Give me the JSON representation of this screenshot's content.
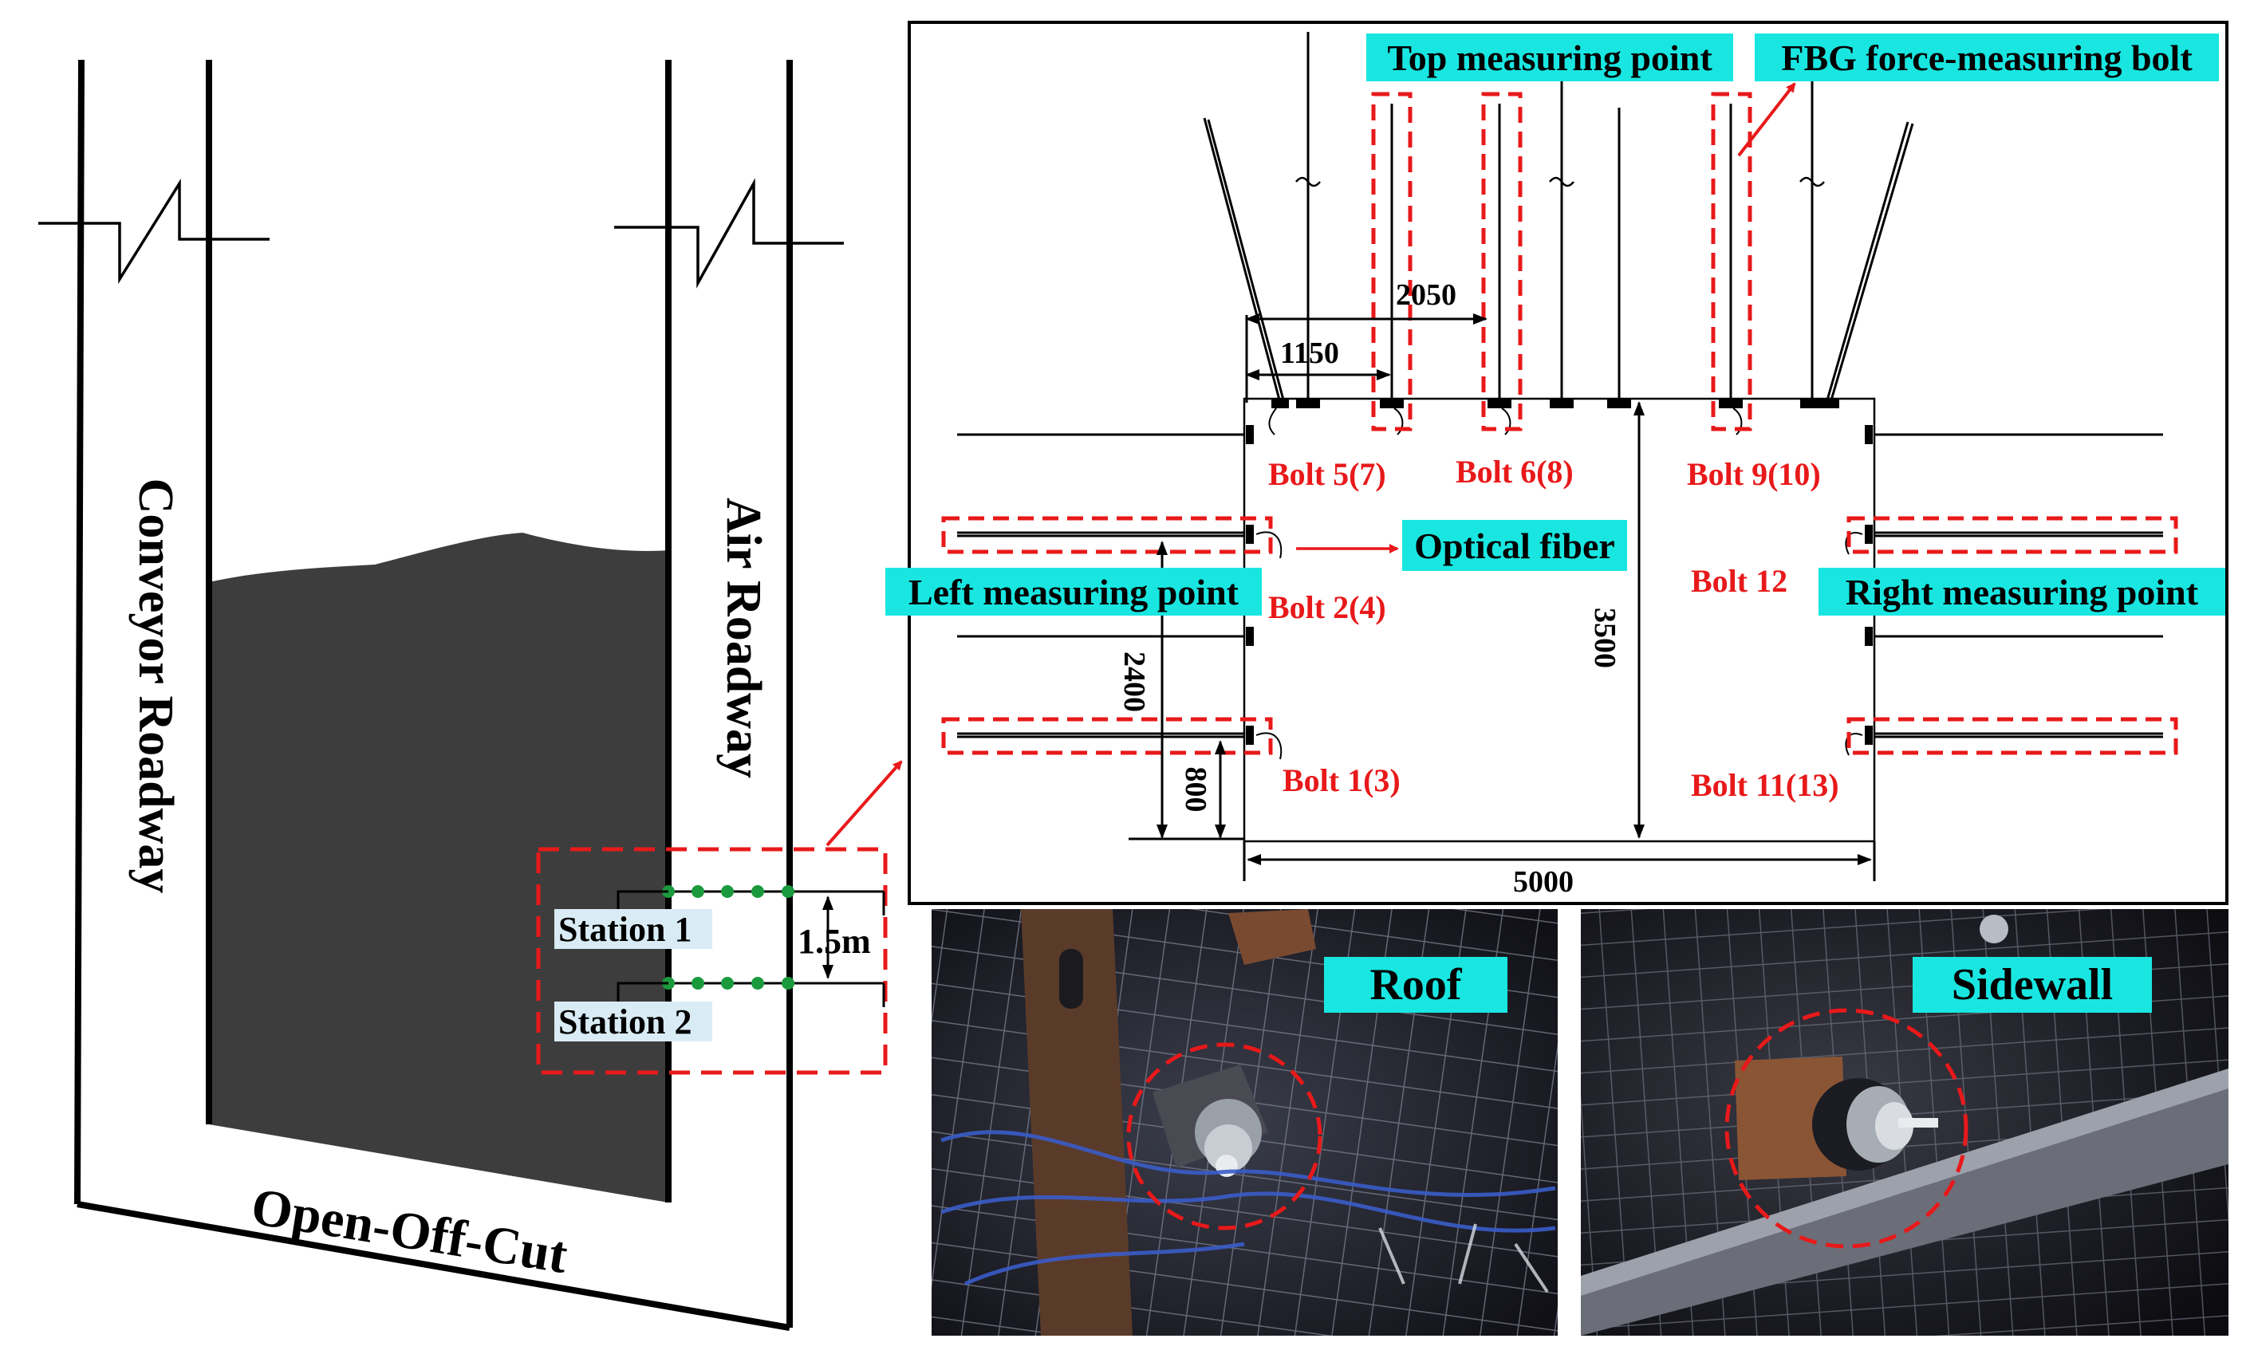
{
  "colors": {
    "annotation_red": "#e8191a",
    "label_bg_cyan": "#19e6e1",
    "station_bg": "#d9ecf5",
    "coal_dark": "#3d3d3d",
    "station_dot_green": "#1a9a3c"
  },
  "layout_diagram": {
    "conveyor_label": "Conveyor Roadway",
    "air_label": "Air Roadway",
    "cut_label": "Open-Off-Cut",
    "stations": [
      "Station 1",
      "Station 2"
    ],
    "spacing_label": "1.5m"
  },
  "section": {
    "labels": {
      "top_point": "Top measuring point",
      "fbg_bolt": "FBG force-measuring bolt",
      "optical_fiber": "Optical fiber",
      "left_point": "Left measuring point",
      "right_point": "Right measuring point"
    },
    "bolts": [
      "Bolt 5(7)",
      "Bolt 6(8)",
      "Bolt 9(10)",
      "Bolt 2(4)",
      "Bolt 12",
      "Bolt 1(3)",
      "Bolt 11(13)"
    ],
    "dimensions": {
      "d2050": "2050",
      "d1150": "1150",
      "d3500": "3500",
      "d2400": "2400",
      "d800": "800",
      "d5000": "5000"
    }
  },
  "photos": {
    "roof": "Roof",
    "sidewall": "Sidewall"
  },
  "icons": [
    "break-symbol-icon",
    "break-wave-icon",
    "pointer-arrow-icon"
  ]
}
